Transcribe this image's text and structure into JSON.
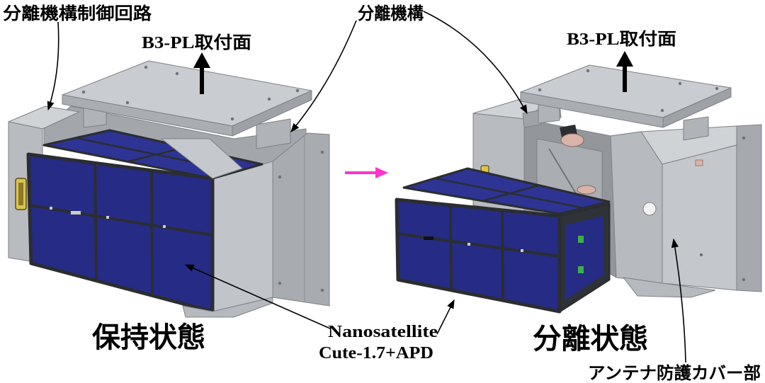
{
  "labels": {
    "separation_control_circuit": "分離機構制御回路",
    "mount_surface_held": "B3-PL取付面",
    "separation_mechanism": "分離機構",
    "mount_surface_separated": "B3-PL取付面",
    "held_state": "保持状態",
    "nanosatellite_name": "Nanosatellite",
    "nanosatellite_model": "Cute-1.7+APD",
    "separated_state": "分離状態",
    "antenna_cover": "アンテナ防護カバー部"
  },
  "colors": {
    "solar_panel": "#262b86",
    "solar_panel_top": "#2e3494",
    "transition_arrow": "#ff33cc",
    "connector": "#d9c44e"
  }
}
